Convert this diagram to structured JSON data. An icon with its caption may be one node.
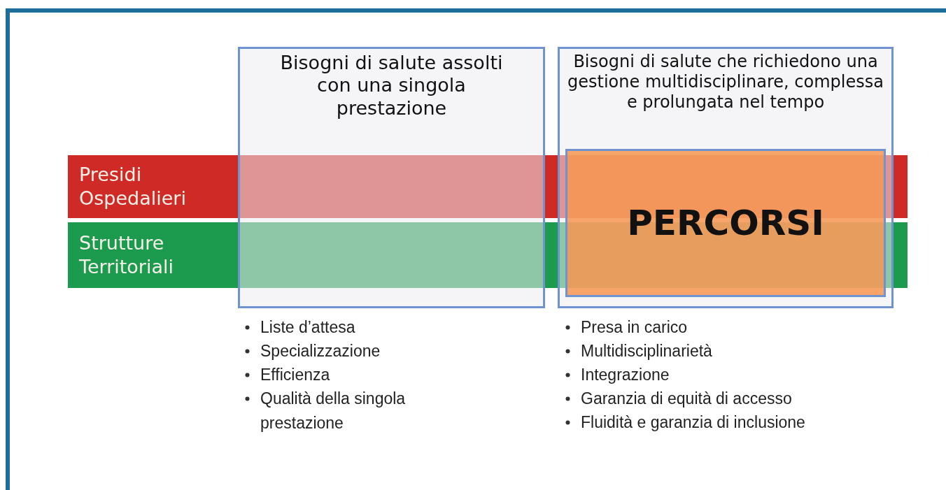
{
  "diagram": {
    "nodes": [
      {
        "text": [
          "Presidi Ospedalieri"
        ]
      },
      {
        "text": [
          "Strutture Territoriali"
        ]
      },
      {
        "text": [
          "Bisogni di salute assolti con una singola prestazione"
        ]
      },
      {
        "text": [
          "Bisogni di salute che richiedono una gestione multidisciplinare, complessa e prolungata nel tempo"
        ]
      },
      {
        "text": [
          "PERCORSI"
        ],
        "in": 3
      }
    ],
    "edges": [],
    "labels": [
      "Liste d’attesa",
      "Specializzazione",
      "Efficienza",
      "Qualità della singola prestazione",
      "Presa in carico",
      "Multidisciplinarietà",
      "Integrazione",
      "Garanzia di equità di accesso",
      "Fluidità e garanzia di inclusione"
    ]
  }
}
